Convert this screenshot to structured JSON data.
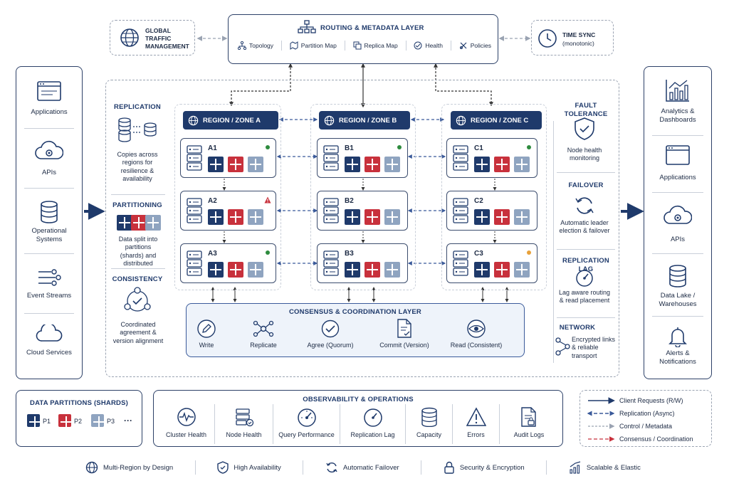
{
  "routing": {
    "title": "ROUTING & METADATA LAYER",
    "items": [
      "Topology",
      "Partition Map",
      "Replica Map",
      "Health",
      "Policies"
    ]
  },
  "global_traffic": {
    "line1": "GLOBAL",
    "line2": "TRAFFIC",
    "line3": "MANAGEMENT"
  },
  "time_sync": {
    "line1": "TIME SYNC",
    "line2": "(monotonic)"
  },
  "clients": [
    "Applications",
    "APIs",
    "Operational Systems",
    "Event Streams",
    "Cloud Services"
  ],
  "consumers": [
    "Analytics & Dashboards",
    "Applications",
    "APIs",
    "Data Lake / Warehouses",
    "Alerts & Notifications"
  ],
  "left_panel": {
    "replication_title": "REPLICATION",
    "replication_text": "Copies across regions for resilience & availability",
    "partitioning_title": "PARTITIONING",
    "partitioning_text": "Data split into partitions (shards) and distributed",
    "consistency_title": "CONSISTENCY",
    "consistency_text": "Coordinated agreement & version alignment"
  },
  "zones": [
    {
      "title": "REGION / ZONE A",
      "nodes": [
        {
          "name": "A1",
          "status": "green"
        },
        {
          "name": "A2",
          "status": "warning"
        },
        {
          "name": "A3",
          "status": "green"
        }
      ]
    },
    {
      "title": "REGION / ZONE B",
      "nodes": [
        {
          "name": "B1",
          "status": "green"
        },
        {
          "name": "B2",
          "status": "none"
        },
        {
          "name": "B3",
          "status": "none"
        }
      ]
    },
    {
      "title": "REGION / ZONE C",
      "nodes": [
        {
          "name": "C1",
          "status": "green"
        },
        {
          "name": "C2",
          "status": "none"
        },
        {
          "name": "C3",
          "status": "orange"
        }
      ]
    }
  ],
  "consensus": {
    "title": "CONSENSUS & COORDINATION LAYER",
    "steps": [
      "Write",
      "Replicate",
      "Agree (Quorum)",
      "Commit (Version)",
      "Read (Consistent)"
    ]
  },
  "right_panel": {
    "fault_title": "FAULT TOLERANCE",
    "fault_text": "Node health monitoring",
    "failover_title": "FAILOVER",
    "failover_text": "Automatic leader election & failover",
    "lag_title": "REPLICATION LAG",
    "lag_text": "Lag aware routing & read placement",
    "network_title": "NETWORK",
    "network_text": "Encrypted links & reliable transport"
  },
  "partitions": {
    "title": "DATA PARTITIONS (SHARDS)",
    "items": [
      "P1",
      "P2",
      "P3"
    ],
    "more": "···"
  },
  "observability": {
    "title": "OBSERVABILITY & OPERATIONS",
    "items": [
      "Cluster Health",
      "Node Health",
      "Query Performance",
      "Replication Lag",
      "Capacity",
      "Errors",
      "Audit Logs"
    ]
  },
  "legend": [
    "Client Requests (R/W)",
    "Replication (Async)",
    "Control / Metadata",
    "Consensus / Coordination"
  ],
  "footer": [
    "Multi-Region by Design",
    "High Availability",
    "Automatic Failover",
    "Security & Encryption",
    "Scalable & Elastic"
  ],
  "colors": {
    "navy": "#1f3a6b",
    "red": "#c8313c",
    "slate": "#8fa4c0",
    "green": "#2e8b3e",
    "orange": "#e8a13a"
  }
}
